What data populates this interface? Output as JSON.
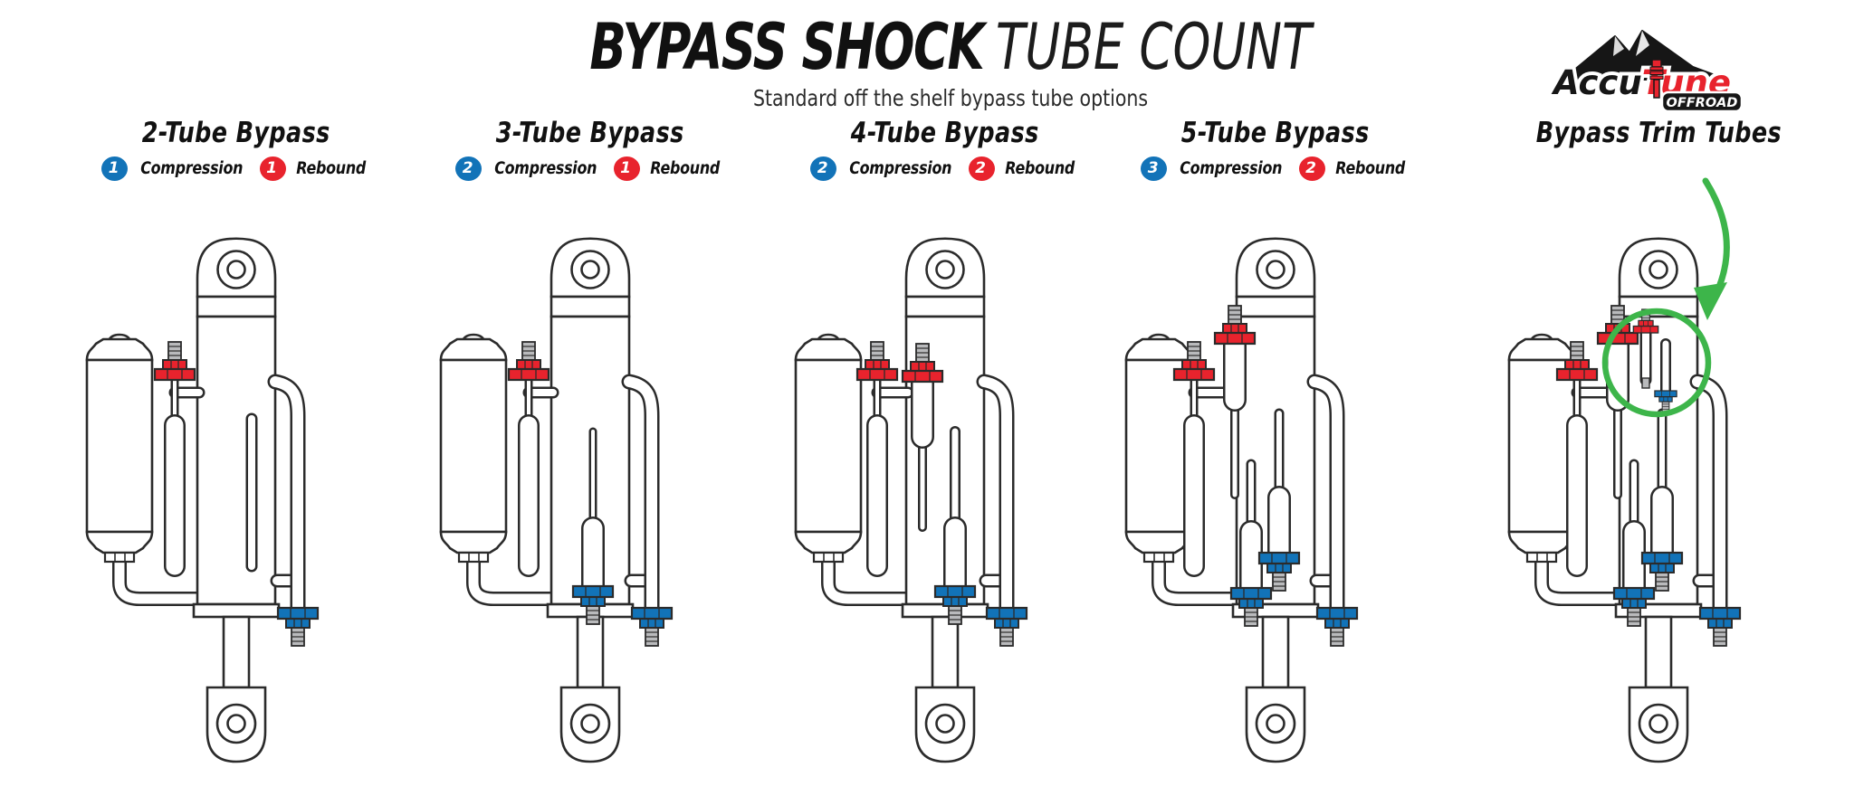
{
  "header": {
    "title_bold": "BYPASS SHOCK",
    "title_light": "TUBE COUNT",
    "subtitle": "Standard off the shelf bypass tube options"
  },
  "logo": {
    "brand_black": "Accu",
    "brand_red": "Tune",
    "tagline": "OFFROAD"
  },
  "badge_labels": {
    "compression": "Compression",
    "rebound": "Rebound"
  },
  "colors": {
    "compression_blue": "#1273b8",
    "rebound_red": "#e8232d",
    "highlight_green": "#3db54a",
    "line": "#2b2b2b",
    "stem_gray": "#b9babc"
  },
  "columns": [
    {
      "label": "2-Tube Bypass",
      "compression": "1",
      "rebound": "1",
      "variant": "tube2"
    },
    {
      "label": "3-Tube Bypass",
      "compression": "2",
      "rebound": "1",
      "variant": "tube3"
    },
    {
      "label": "4-Tube Bypass",
      "compression": "2",
      "rebound": "2",
      "variant": "tube4"
    },
    {
      "label": "5-Tube Bypass",
      "compression": "3",
      "rebound": "2",
      "variant": "tube5"
    },
    {
      "label": "Bypass Trim Tubes",
      "variant": "trim"
    }
  ]
}
